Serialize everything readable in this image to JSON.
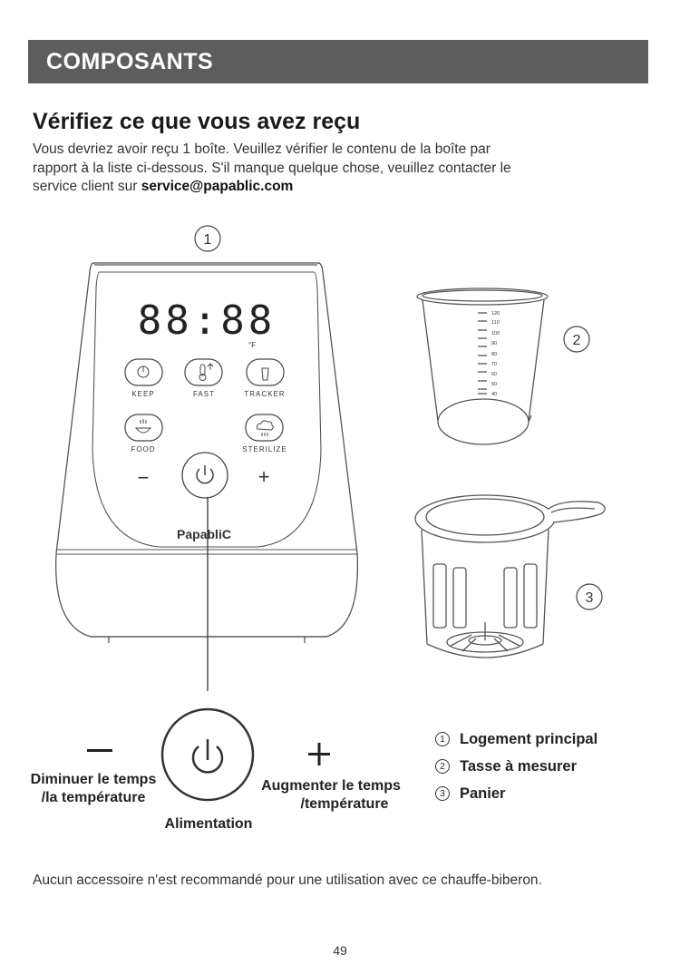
{
  "header": {
    "section_title": "COMPOSANTS"
  },
  "heading": "Vérifiez ce que vous avez reçu",
  "intro": {
    "line1": "Vous devriez avoir reçu 1 boîte. Veuillez vérifier le contenu de la boîte par",
    "line2": "rapport à la liste ci-dessous. S'il manque quelque chose, veuillez contacter le",
    "line3_prefix": "service client sur ",
    "email": "service@papablic.com"
  },
  "device": {
    "display": "88:88",
    "unit": "°F",
    "buttons": [
      "KEEP",
      "FAST",
      "TRACKER",
      "FOOD",
      "STERILIZE"
    ],
    "minus": "−",
    "plus": "+",
    "brand": "PapabliC"
  },
  "cup_scale": [
    "120",
    "110",
    "100",
    "90",
    "80",
    "70",
    "60",
    "50",
    "40"
  ],
  "callouts": {
    "c1": "1",
    "c2": "2",
    "c3": "3"
  },
  "controls": {
    "decrease_l1": "Diminuer le temps",
    "decrease_l2": "/la température",
    "power": "Alimentation",
    "increase_l1": "Augmenter le temps",
    "increase_l2": "/température"
  },
  "legend": [
    {
      "num": "1",
      "label": "Logement principal"
    },
    {
      "num": "2",
      "label": "Tasse à mesurer"
    },
    {
      "num": "3",
      "label": "Panier"
    }
  ],
  "footer_note": "Aucun accessoire n'est recommandé pour une utilisation avec ce chauffe-biberon.",
  "page_number": "49"
}
